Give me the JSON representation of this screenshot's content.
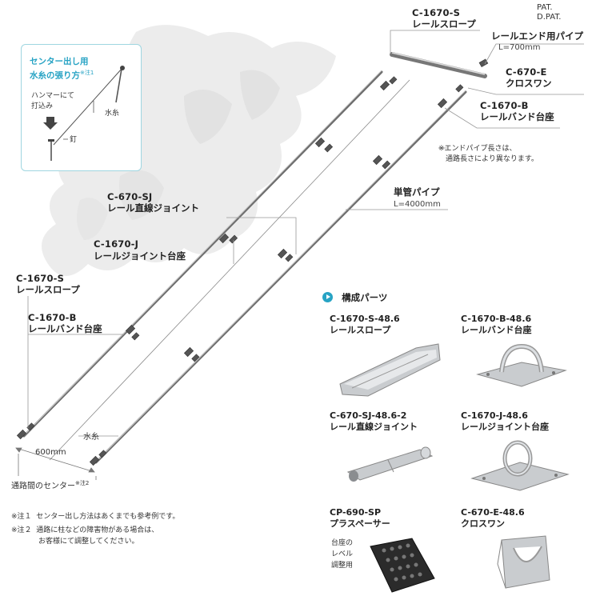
{
  "patent": [
    "PAT.",
    "D.PAT."
  ],
  "inset": {
    "title_line1": "センター出し用",
    "title_line2": "水糸の張り方",
    "title_note": "※注1",
    "hammer_line1": "ハンマーにて",
    "hammer_line2": "打込み",
    "water_line": "水糸",
    "nail": "釘"
  },
  "callouts": {
    "top_slope": {
      "code": "C-1670-S",
      "name": "レールスロープ"
    },
    "end_pipe": {
      "name": "レールエンド用パイプ",
      "spec": "L=700mm"
    },
    "crosswan": {
      "code": "C-670-E",
      "name": "クロスワン"
    },
    "top_band": {
      "code": "C-1670-B",
      "name": "レールバンド台座"
    },
    "end_note_line1": "※エンドパイプ長さは、",
    "end_note_line2": "通路長さにより異なります。",
    "single_pipe": {
      "name": "単管パイプ",
      "spec": "L=4000mm"
    },
    "straight_joint": {
      "code": "C-670-SJ",
      "name": "レール直線ジョイント"
    },
    "joint_base": {
      "code": "C-1670-J",
      "name": "レールジョイント台座"
    },
    "left_slope": {
      "code": "C-1670-S",
      "name": "レールスロープ"
    },
    "left_band": {
      "code": "C-1670-B",
      "name": "レールバンド台座"
    },
    "water_line": "水糸",
    "width": "600mm",
    "center_label": "通路間のセンター",
    "center_note": "※注2"
  },
  "footnotes": [
    {
      "mark": "※注１",
      "line1": "センター出し方法はあくまでも参考例です。",
      "line2": ""
    },
    {
      "mark": "※注２",
      "line1": "通路に柱などの障害物がある場合は、",
      "line2": "お客様にて調整してください。"
    }
  ],
  "parts": {
    "heading": "構成パーツ",
    "items": [
      {
        "code": "C-1670-S-48.6",
        "name": "レールスロープ"
      },
      {
        "code": "C-1670-B-48.6",
        "name": "レールバンド台座"
      },
      {
        "code": "C-670-SJ-48.6-2",
        "name": "レール直線ジョイント"
      },
      {
        "code": "C-1670-J-48.6",
        "name": "レールジョイント台座"
      },
      {
        "code": "CP-690-SP",
        "name": "プラスペーサー"
      },
      {
        "code": "C-670-E-48.6",
        "name": "クロスワン"
      }
    ],
    "spacer_note": [
      "台座の",
      "レベル",
      "調整用"
    ]
  }
}
